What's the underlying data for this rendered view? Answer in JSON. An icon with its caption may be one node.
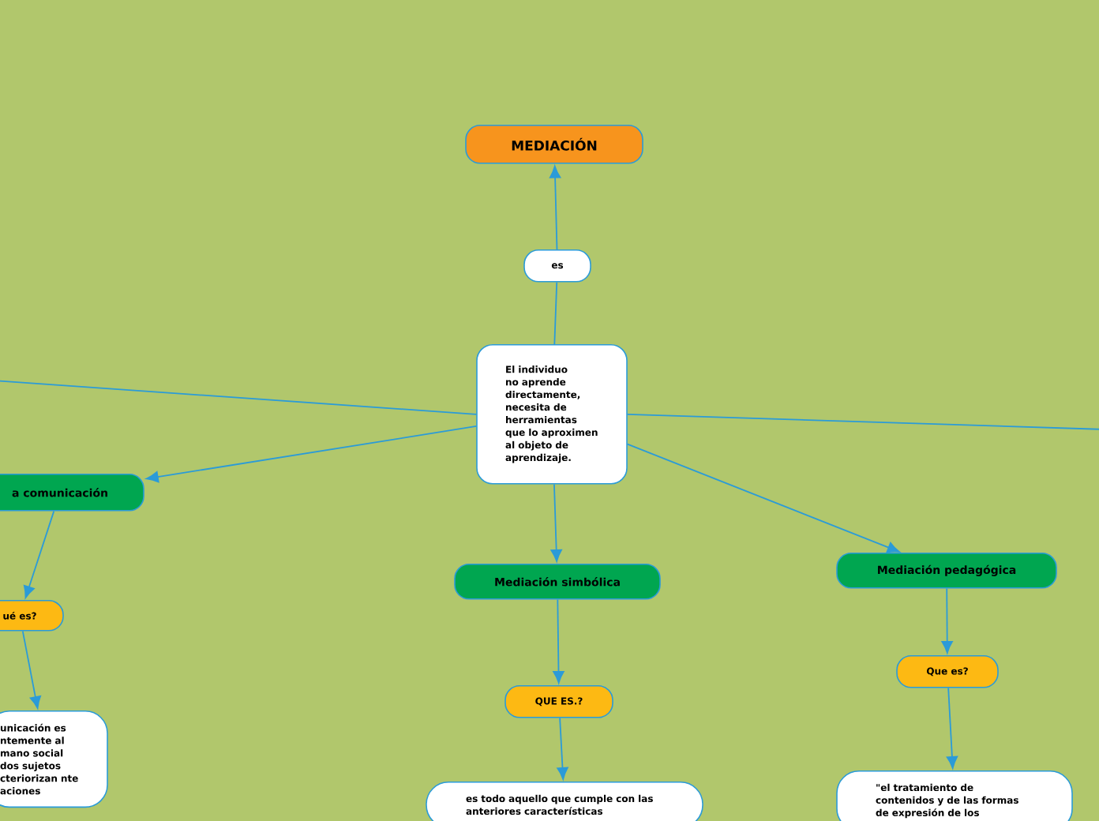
{
  "diagram": {
    "nodes": [
      {
        "text": [
          "MEDIACIÓN"
        ]
      },
      {
        "text": [
          "es"
        ]
      },
      {
        "text": [
          "El individuo no aprende directamente, necesita de herramientas que lo aproximen al objeto de aprendizaje."
        ]
      },
      {
        "text": [
          "a comunicación"
        ]
      },
      {
        "text": [
          "ué es?"
        ]
      },
      {
        "text": [
          "unicación es ntemente al mano social dos sujetos cteriorizan nte aciones"
        ]
      },
      {
        "text": [
          "Mediación simbólica"
        ]
      },
      {
        "text": [
          "QUE ES.?"
        ]
      },
      {
        "text": [
          "es todo aquello que cumple con las anteriores características"
        ]
      },
      {
        "text": [
          "Mediación pedagógica"
        ]
      },
      {
        "text": [
          "Que es?"
        ]
      },
      {
        "text": [
          "\"el tratamiento de contenidos y de las formas de expresión de los"
        ]
      }
    ],
    "edges": [
      {
        "from": 1,
        "to": 0,
        "arrow": "to"
      },
      {
        "from": 2,
        "to": 1,
        "arrow": "none"
      },
      {
        "from": 2,
        "to": null,
        "arrow": "none"
      },
      {
        "from": 2,
        "to": null,
        "arrow": "none"
      },
      {
        "from": 2,
        "to": 3,
        "arrow": "to"
      },
      {
        "from": 2,
        "to": 6,
        "arrow": "to"
      },
      {
        "from": 2,
        "to": 9,
        "arrow": "to"
      },
      {
        "from": 3,
        "to": 4,
        "arrow": "to"
      },
      {
        "from": 4,
        "to": 5,
        "arrow": "to"
      },
      {
        "from": 6,
        "to": 7,
        "arrow": "to"
      },
      {
        "from": 7,
        "to": 8,
        "arrow": "to"
      },
      {
        "from": 9,
        "to": 10,
        "arrow": "to"
      },
      {
        "from": 10,
        "to": 11,
        "arrow": "to"
      }
    ]
  }
}
